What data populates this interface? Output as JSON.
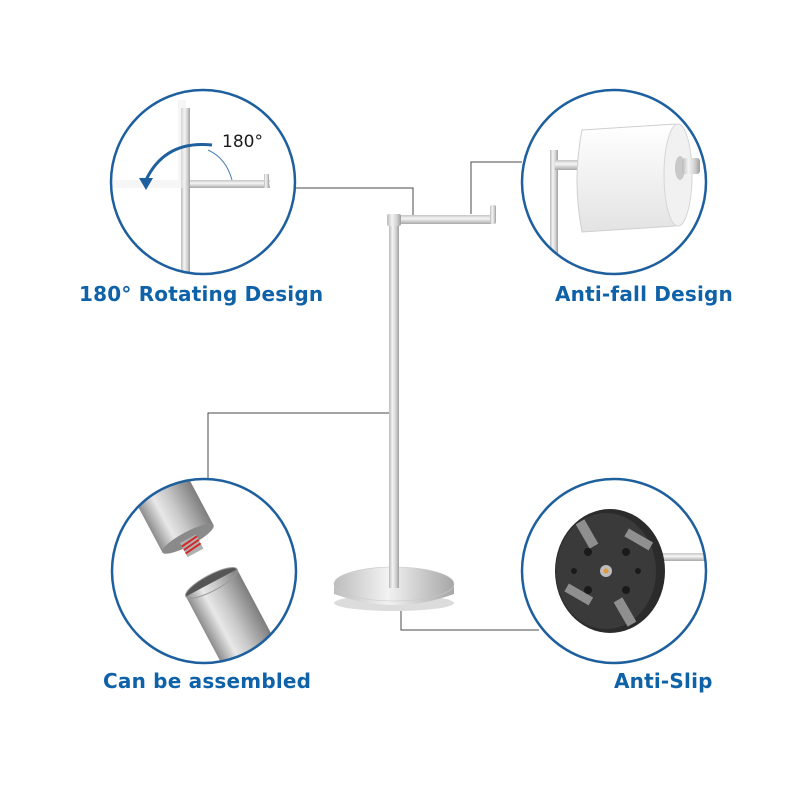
{
  "colors": {
    "accent": "#0f62a8",
    "circle_border": "#1e5f9e",
    "steel_light": "#e6e6e6",
    "steel_dark": "#9a9a9a",
    "connector": "#4a4a4a"
  },
  "features": [
    {
      "id": "rotating",
      "label": "180° Rotating Design",
      "detail_text": "180°",
      "icon": "rotating-arm-detail"
    },
    {
      "id": "anti_fall",
      "label": "Anti-fall Design",
      "icon": "toilet-roll-detail"
    },
    {
      "id": "assembled",
      "label": "Can be assembled",
      "icon": "screw-joint-detail"
    },
    {
      "id": "anti_slip",
      "label": "Anti-Slip",
      "icon": "base-underside-detail"
    }
  ]
}
